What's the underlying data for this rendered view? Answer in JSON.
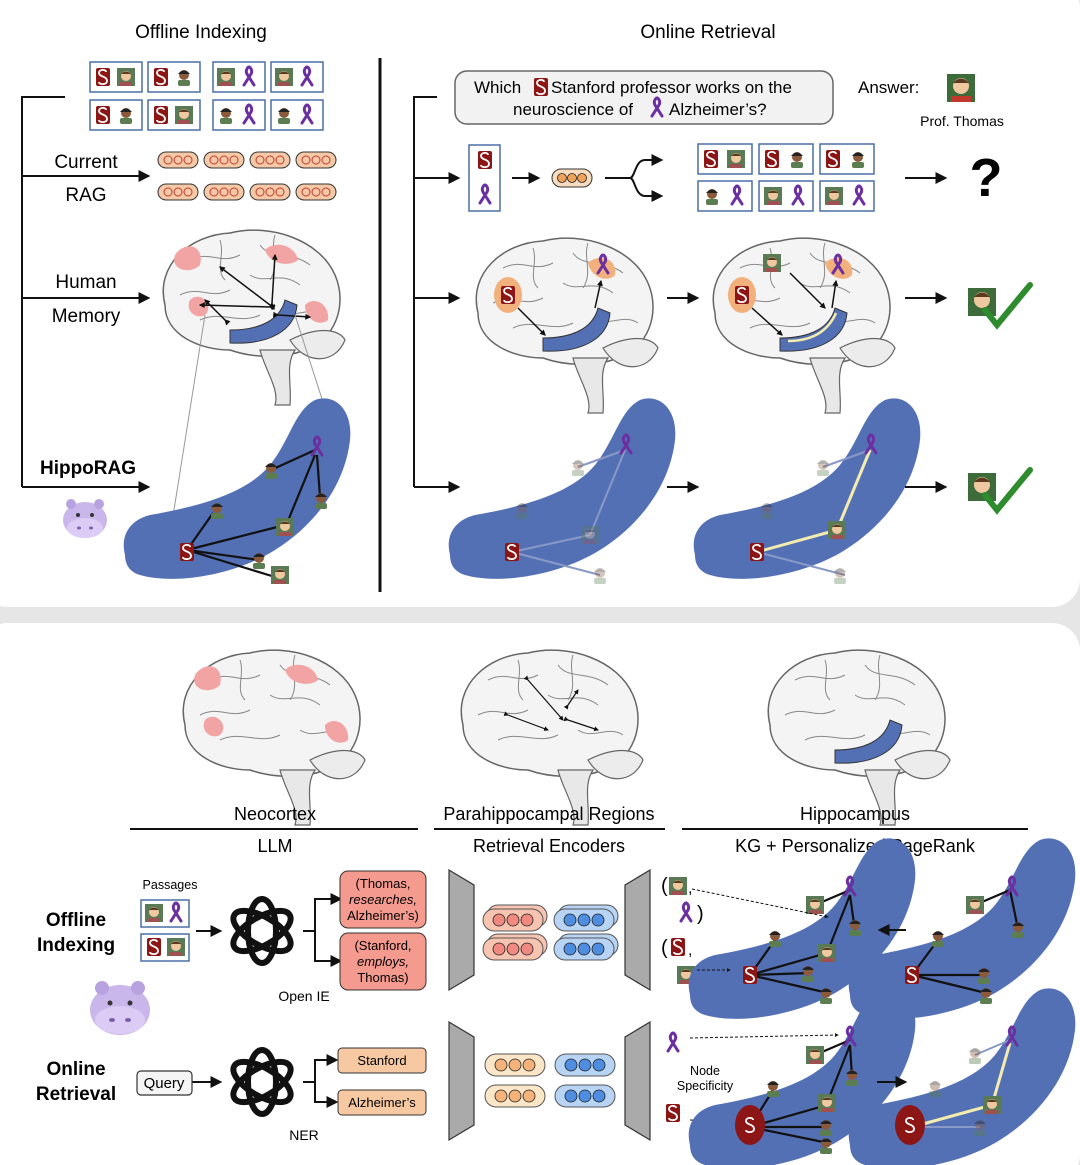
{
  "top": {
    "offline_title": "Offline Indexing",
    "online_title": "Online Retrieval",
    "current_label_1": "Current",
    "current_label_2": "RAG",
    "human_label_1": "Human",
    "human_label_2": "Memory",
    "hipporag_label": "HippoRAG",
    "query_line_1_a": "Which",
    "query_line_1_b": "Stanford professor works on the",
    "query_line_2_a": "neuroscience of",
    "query_line_2_b": "Alzheimer’s?",
    "answer_label": "Answer:",
    "answer_name": "Prof. Thomas",
    "unknown_result": "?"
  },
  "bottom": {
    "neocortex": "Neocortex",
    "parahippocampal": "Parahippocampal Regions",
    "hippocampus": "Hippocampus",
    "llm": "LLM",
    "encoders": "Retrieval Encoders",
    "kg_ppr": "KG + Personalized PageRank",
    "passages": "Passages",
    "offline_1": "Offline",
    "offline_2": "Indexing",
    "online_1": "Online",
    "online_2": "Retrieval",
    "query_button": "Query",
    "open_ie": "Open IE",
    "ner": "NER",
    "triple1_a": "(Thomas,",
    "triple1_b": "researches,",
    "triple1_c": "Alzheimer’s)",
    "triple2_a": "(Stanford,",
    "triple2_b": "employs,",
    "triple2_c": "Thomas)",
    "entity_stanford": "Stanford",
    "entity_alzheimers": "Alzheimer’s",
    "node_specificity_1": "Node",
    "node_specificity_2": "Specificity"
  },
  "colors": {
    "stanford_red": "#8c1515",
    "ribbon_purple": "#6b2fa0",
    "hippocampus_blue": "#5470b5",
    "cortex_pink": "#f2a3a3",
    "node_orange": "#f5c9a8",
    "node_blue": "#9dc3f0",
    "check_green": "#2e8b2e",
    "path_yellow": "#f3ecae"
  }
}
